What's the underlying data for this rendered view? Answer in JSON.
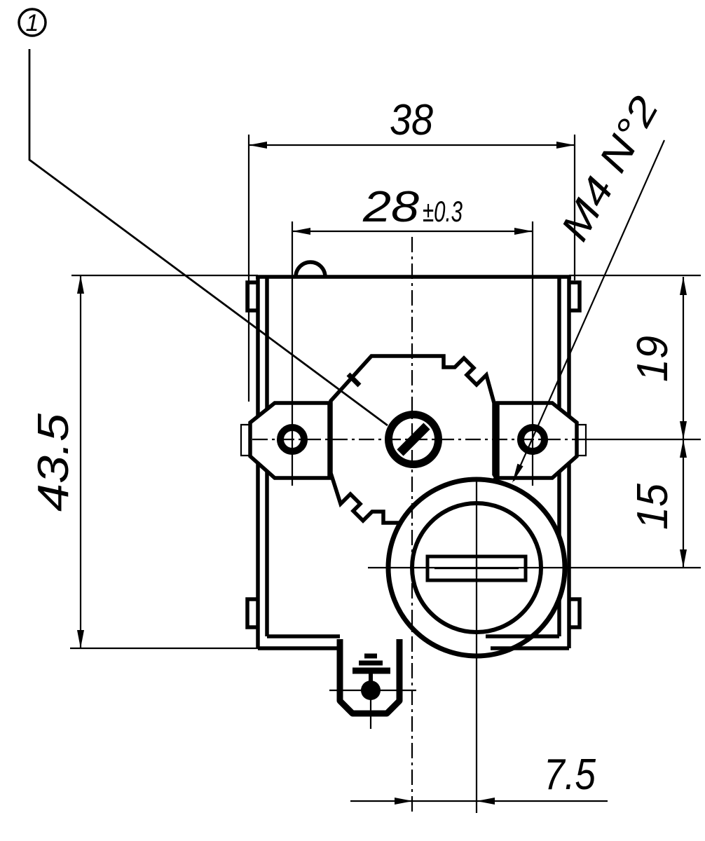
{
  "drawing": {
    "balloon": {
      "label": "1"
    },
    "labels": {
      "thread": "M4 N°2"
    },
    "dims": {
      "overall_width": "38",
      "hole_spacing": "28",
      "hole_spacing_tol": "±0.3",
      "overall_height": "43.5",
      "top_to_hole_axis": "19",
      "hole_axis_to_knob": "15",
      "knob_offset": "7.5"
    },
    "colors": {
      "line": "#000000",
      "background": "#ffffff"
    }
  }
}
